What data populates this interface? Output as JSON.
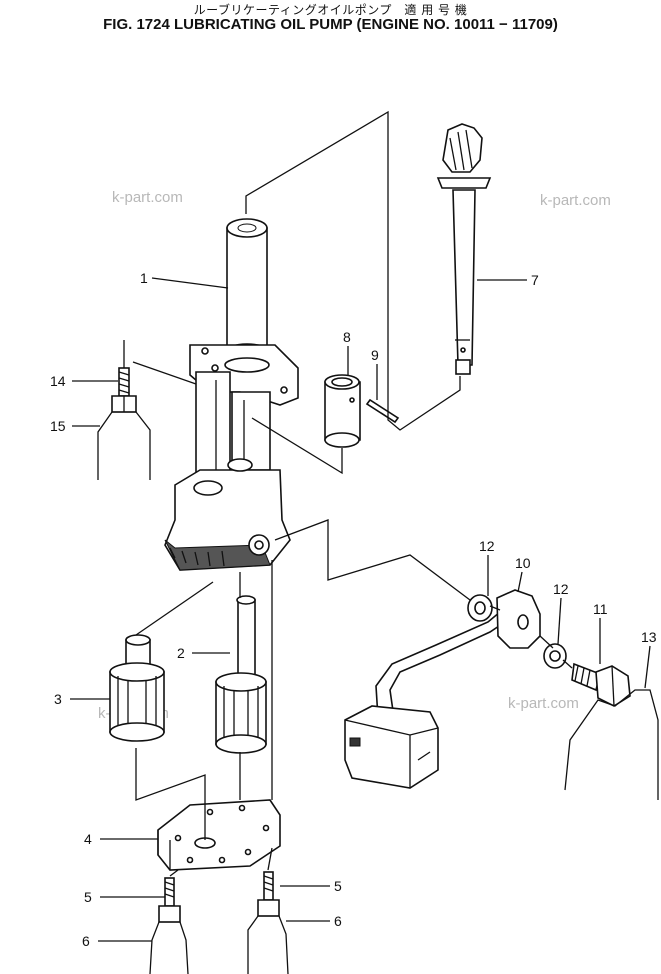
{
  "header": {
    "title_jp": "ルーブリケーティングオイルポンプ　適 用 号 機",
    "title_en": "FIG. 1724  LUBRICATING OIL PUMP (ENGINE NO. 10011 − 11709)"
  },
  "watermark": "k-part.com",
  "callouts": [
    {
      "id": "1",
      "label": "1"
    },
    {
      "id": "2",
      "label": "2"
    },
    {
      "id": "3",
      "label": "3"
    },
    {
      "id": "4",
      "label": "4"
    },
    {
      "id": "5a",
      "label": "5"
    },
    {
      "id": "5b",
      "label": "5"
    },
    {
      "id": "6a",
      "label": "6"
    },
    {
      "id": "6b",
      "label": "6"
    },
    {
      "id": "7",
      "label": "7"
    },
    {
      "id": "8",
      "label": "8"
    },
    {
      "id": "9",
      "label": "9"
    },
    {
      "id": "10",
      "label": "10"
    },
    {
      "id": "11",
      "label": "11"
    },
    {
      "id": "12a",
      "label": "12"
    },
    {
      "id": "12b",
      "label": "12"
    },
    {
      "id": "13",
      "label": "13"
    },
    {
      "id": "14",
      "label": "14"
    },
    {
      "id": "15",
      "label": "15"
    }
  ]
}
